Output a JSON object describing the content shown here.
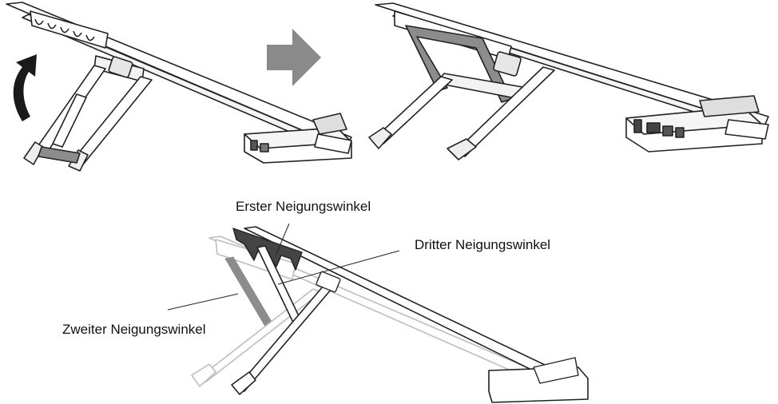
{
  "labels": {
    "first_angle": "Erster Neigungswinkel",
    "third_angle": "Dritter Neigungswinkel",
    "second_angle": "Zweiter Neigungswinkel"
  },
  "colors": {
    "stroke": "#222222",
    "fill": "#ffffff",
    "arrow_dark": "#1a1a1a",
    "arrow_grey": "#8a8a8a",
    "highlight_grey": "#8c8c8c",
    "ghost_grey": "#bdbdbd"
  },
  "icons": {
    "rotate_arrow": "curved-up-arrow-icon",
    "transition_arrow": "right-arrow-icon"
  }
}
